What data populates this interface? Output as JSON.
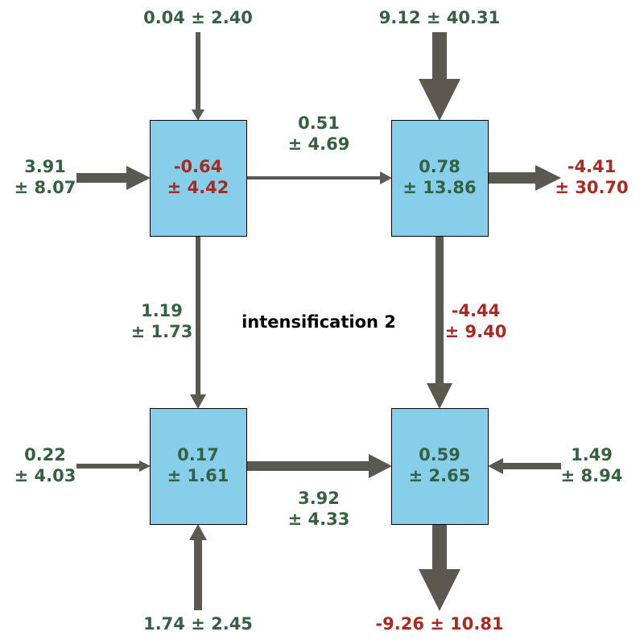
{
  "title": "intensification 2",
  "colors": {
    "positive": "#356141",
    "negative": "#a82a20",
    "box_fill": "#87ceeb",
    "arrow": "#5b5850"
  },
  "nodes": {
    "top_left": {
      "value": "-0.64",
      "uncertainty": "± 4.42",
      "sign": "negative"
    },
    "top_right": {
      "value": "0.78",
      "uncertainty": "± 13.86",
      "sign": "positive"
    },
    "bottom_left": {
      "value": "0.17",
      "uncertainty": "± 1.61",
      "sign": "positive"
    },
    "bottom_right": {
      "value": "0.59",
      "uncertainty": "± 2.65",
      "sign": "positive"
    }
  },
  "flows": {
    "in_top_left_from_top": {
      "text": "0.04 ± 2.40",
      "sign": "positive"
    },
    "in_top_right_from_top": {
      "text": "9.12 ± 40.31",
      "sign": "positive"
    },
    "in_top_left_from_left": {
      "line1": "3.91",
      "line2": "± 8.07",
      "sign": "positive"
    },
    "top_left_to_top_right": {
      "line1": "0.51",
      "line2": "± 4.69",
      "sign": "positive"
    },
    "out_top_right_to_right": {
      "line1": "-4.41",
      "line2": "± 30.70",
      "sign": "negative"
    },
    "top_left_to_bottom_left": {
      "line1": "1.19",
      "line2": "± 1.73",
      "sign": "positive"
    },
    "top_right_to_bottom_right": {
      "line1": "-4.44",
      "line2": "± 9.40",
      "sign": "negative"
    },
    "in_bottom_left_from_left": {
      "line1": "0.22",
      "line2": "± 4.03",
      "sign": "positive"
    },
    "bottom_left_to_bottom_right": {
      "line1": "3.92",
      "line2": "± 4.33",
      "sign": "positive"
    },
    "in_bottom_right_from_right": {
      "line1": "1.49",
      "line2": "± 8.94",
      "sign": "positive"
    },
    "in_bottom_left_from_bottom": {
      "text": "1.74 ± 2.45",
      "sign": "positive"
    },
    "out_bottom_right_to_bottom": {
      "text": "-9.26 ± 10.81",
      "sign": "negative"
    }
  }
}
